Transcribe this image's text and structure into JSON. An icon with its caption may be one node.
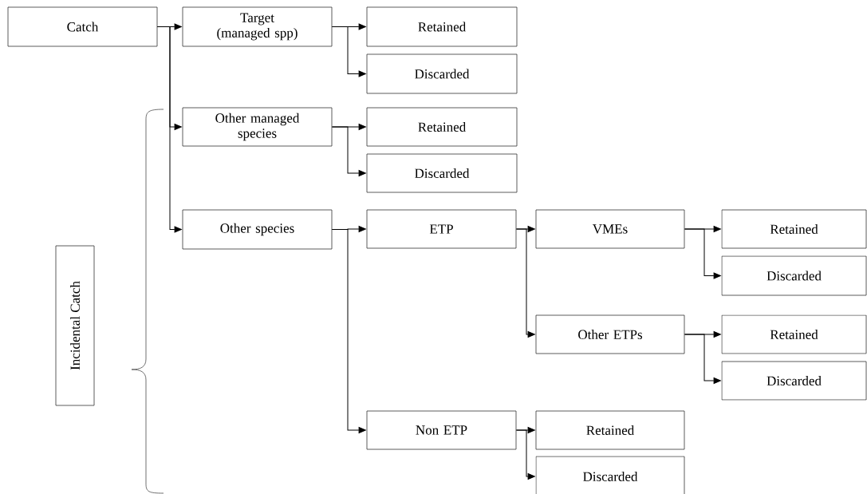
{
  "diagram": {
    "nodes": [
      {
        "text": [
          "Catch"
        ]
      },
      {
        "text": [
          "Target (managed spp)"
        ]
      },
      {
        "text": [
          "Retained"
        ]
      },
      {
        "text": [
          "Discarded"
        ]
      },
      {
        "text": [
          "Other managed species"
        ]
      },
      {
        "text": [
          "Retained"
        ]
      },
      {
        "text": [
          "Discarded"
        ]
      },
      {
        "text": [
          "Other species"
        ]
      },
      {
        "text": [
          "ETP"
        ]
      },
      {
        "text": [
          "VMEs"
        ]
      },
      {
        "text": [
          "Retained"
        ]
      },
      {
        "text": [
          "Discarded"
        ]
      },
      {
        "text": [
          "Other ETPs"
        ]
      },
      {
        "text": [
          "Retained"
        ]
      },
      {
        "text": [
          "Discarded"
        ]
      },
      {
        "text": [
          "Non ETP"
        ]
      },
      {
        "text": [
          "Retained"
        ]
      },
      {
        "text": [
          "Discarded"
        ]
      },
      {
        "text": [
          "Incidental Catch"
        ]
      }
    ],
    "edges": [
      {
        "from": 0,
        "to": 1,
        "arrow": "to"
      },
      {
        "from": 0,
        "to": 4,
        "arrow": "to"
      },
      {
        "from": 0,
        "to": 7,
        "arrow": "to"
      },
      {
        "from": 1,
        "to": 2,
        "arrow": "to"
      },
      {
        "from": 1,
        "to": 3,
        "arrow": "to"
      },
      {
        "from": 4,
        "to": 5,
        "arrow": "to"
      },
      {
        "from": 4,
        "to": 6,
        "arrow": "to"
      },
      {
        "from": 7,
        "to": 8,
        "arrow": "to"
      },
      {
        "from": 7,
        "to": 15,
        "arrow": "to"
      },
      {
        "from": 8,
        "to": 9,
        "arrow": "to"
      },
      {
        "from": 8,
        "to": 12,
        "arrow": "to"
      },
      {
        "from": 9,
        "to": 10,
        "arrow": "to"
      },
      {
        "from": 9,
        "to": 11,
        "arrow": "to"
      },
      {
        "from": 12,
        "to": 13,
        "arrow": "to"
      },
      {
        "from": 12,
        "to": 14,
        "arrow": "to"
      },
      {
        "from": 15,
        "to": 16,
        "arrow": "to"
      },
      {
        "from": 15,
        "to": 17,
        "arrow": "to"
      }
    ]
  }
}
